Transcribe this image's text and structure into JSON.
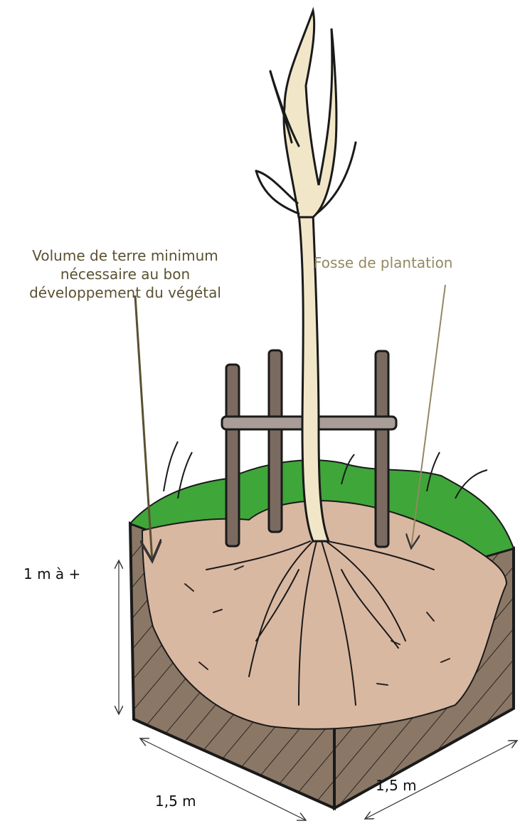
{
  "labels": {
    "volume_line1": "Volume de terre minimum",
    "volume_line2": "nécessaire au bon",
    "volume_line3": "développement du végétal",
    "fosse": "Fosse de plantation",
    "depth": "1 m à +",
    "width_left": "1,5 m",
    "width_right": "1,5 m"
  },
  "colors": {
    "volume_label": "#5a5132",
    "fosse_label": "#948861",
    "dimension_label": "#111111",
    "grass": "#3fa63a",
    "soil": "#b59080",
    "pit_soil": "#d9b8a2",
    "native_soil": "#8a7766",
    "trunk": "#f1e7c8",
    "stake": "#7a6a60",
    "ink": "#1a1a1a"
  },
  "icons": {
    "tree": "young-tree-icon",
    "stakes": "tripod-stakes-icon",
    "roots": "root-system-icon"
  }
}
